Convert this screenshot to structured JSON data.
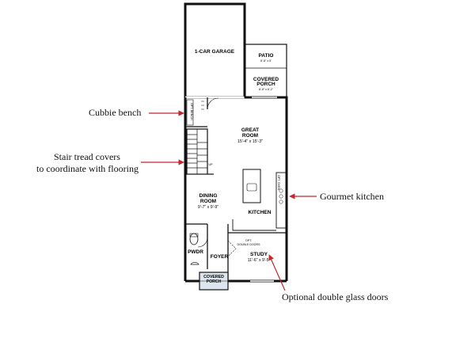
{
  "rooms": {
    "garage": {
      "name": "1-CAR GARAGE"
    },
    "patio": {
      "name": "PATIO",
      "dims": "8'-8\" x 5'"
    },
    "covered_porch_rear": {
      "name_line1": "COVERED",
      "name_line2": "PORCH",
      "dims": "8'-8\" x 6'-2\""
    },
    "great_room": {
      "name_line1": "GREAT",
      "name_line2": "ROOM",
      "dims": "15'-4\" x 15'-3\""
    },
    "dining_room": {
      "name_line1": "DINING",
      "name_line2": "ROOM",
      "dims": "9'-7\" x 9'-9\""
    },
    "kitchen": {
      "name": "KITCHEN"
    },
    "pwdr": {
      "name": "PWDR"
    },
    "foyer": {
      "name": "FOYER"
    },
    "study": {
      "name": "STUDY",
      "dims": "11'-6\" x 9'-5\""
    },
    "covered_porch_front": {
      "name_line1": "COVERED",
      "name_line2": "PORCH"
    }
  },
  "fixtures": {
    "bench_label": "OPT. BENCH",
    "stair_label": "UP",
    "double_doors_line1": "OPT.",
    "double_doors_line2": "DOUBLE DOORS",
    "range_label": "OPT. OVEN"
  },
  "callouts": {
    "cubbie": "Cubbie bench",
    "stair_line1": "Stair tread covers",
    "stair_line2": "to coordinate with flooring",
    "kitchen": "Gourmet kitchen",
    "doors": "Optional double glass doors"
  },
  "colors": {
    "arrow": "#c0282d",
    "wall": "#111111",
    "porch_fill": "#dde6ee"
  }
}
